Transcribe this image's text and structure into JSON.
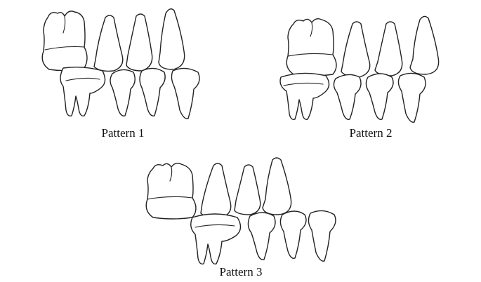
{
  "figure": {
    "panels": [
      {
        "caption": "Pattern 1"
      },
      {
        "caption": "Pattern 2"
      },
      {
        "caption": "Pattern 3"
      }
    ]
  },
  "colors": {
    "stroke": "#222222",
    "background": "#ffffff",
    "text": "#111111"
  }
}
